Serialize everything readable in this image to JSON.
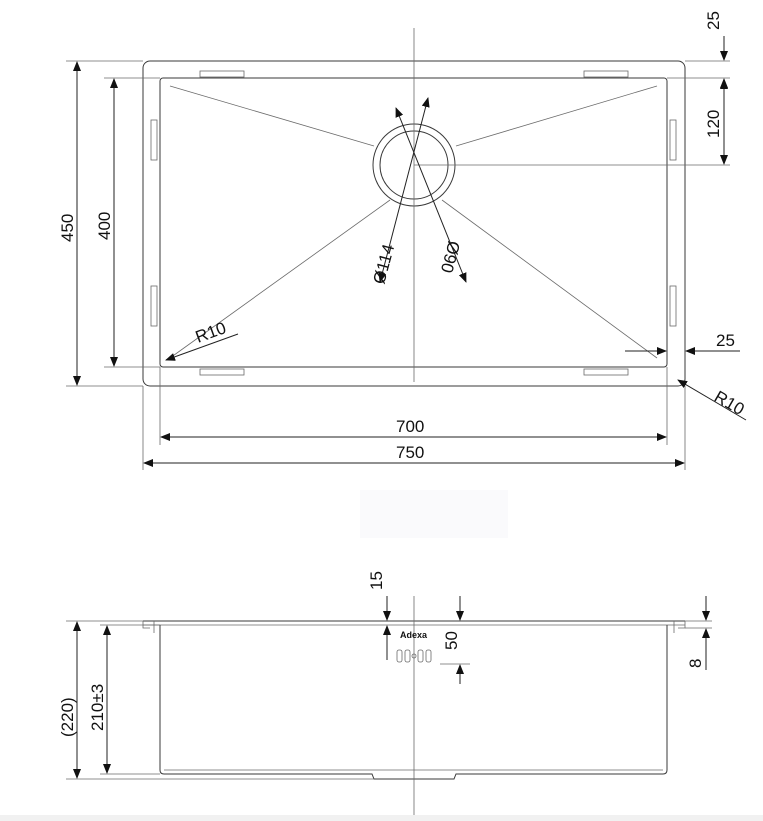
{
  "drawing": {
    "top_view": {
      "depth_outer": "450",
      "depth_inner": "400",
      "flange_top": "25",
      "drain_offset": "120",
      "drain_outer_dia": "Ø114",
      "drain_inner_dia": "Ø90",
      "corner_radius_inner": "R10",
      "corner_radius_outer": "R10",
      "flange_side": "25",
      "width_inner": "700",
      "width_outer": "750"
    },
    "side_view": {
      "height_total": "(220)",
      "height_bowl": "210±3",
      "flange_thickness": "15",
      "badge_height": "50",
      "rim_height": "8",
      "brand": "Adexa"
    }
  }
}
